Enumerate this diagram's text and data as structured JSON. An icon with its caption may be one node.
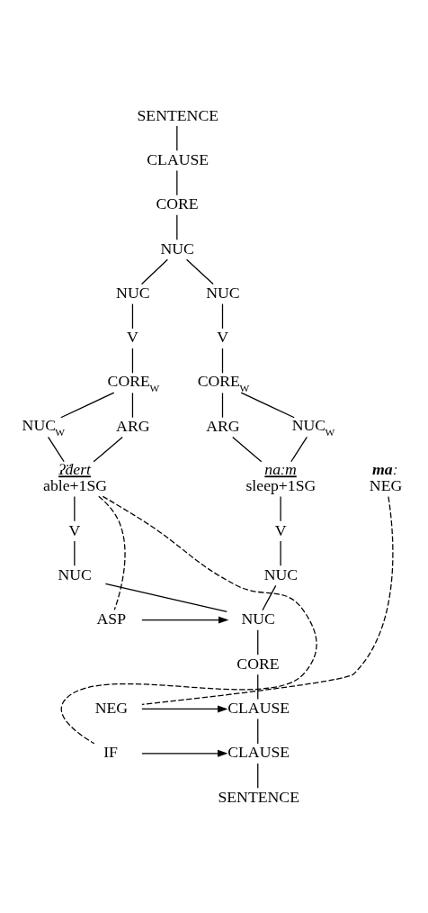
{
  "diagram": {
    "nodes": [
      {
        "text": [
          "SENTENCE"
        ]
      },
      {
        "text": [
          "CLAUSE"
        ]
      },
      {
        "text": [
          "CORE"
        ]
      },
      {
        "text": [
          "NUC"
        ]
      },
      {
        "text": [
          "NUC"
        ]
      },
      {
        "text": [
          "NUC"
        ]
      },
      {
        "text": [
          "V"
        ]
      },
      {
        "text": [
          "V"
        ]
      },
      {
        "text": [
          "CORE$_{W}$"
        ]
      },
      {
        "text": [
          "CORE$_{W}$"
        ]
      },
      {
        "text": [
          "NUC$_{W}$"
        ]
      },
      {
        "text": [
          "ARG"
        ]
      },
      {
        "text": [
          "ARG"
        ]
      },
      {
        "text": [
          "NUC$_{W}$"
        ]
      },
      {
        "text": [
          "maː",
          "NEG"
        ]
      },
      {
        "text": [
          "ʔ̈dert",
          "able+1SG"
        ]
      },
      {
        "text": [
          "naːm",
          "sleep+1SG"
        ]
      },
      {
        "text": [
          "V"
        ]
      },
      {
        "text": [
          "V"
        ]
      },
      {
        "text": [
          "NUC"
        ]
      },
      {
        "text": [
          "NUC"
        ]
      },
      {
        "text": [
          "ASP"
        ]
      },
      {
        "text": [
          "NUC"
        ]
      },
      {
        "text": [
          "CORE"
        ]
      },
      {
        "text": [
          "NEG"
        ]
      },
      {
        "text": [
          "CLAUSE"
        ]
      },
      {
        "text": [
          "IF"
        ]
      },
      {
        "text": [
          "CLAUSE"
        ]
      },
      {
        "text": [
          "SENTENCE"
        ]
      }
    ],
    "edges": [
      {
        "from": 0,
        "to": 1,
        "arrow": "none"
      },
      {
        "from": 1,
        "to": 2,
        "arrow": "none"
      },
      {
        "from": 2,
        "to": 3,
        "arrow": "none"
      },
      {
        "from": 3,
        "to": 4,
        "arrow": "none"
      },
      {
        "from": 3,
        "to": 5,
        "arrow": "none"
      },
      {
        "from": 4,
        "to": 6,
        "arrow": "none"
      },
      {
        "from": 5,
        "to": 7,
        "arrow": "none"
      },
      {
        "from": 6,
        "to": 8,
        "arrow": "none"
      },
      {
        "from": 7,
        "to": 9,
        "arrow": "none"
      },
      {
        "from": 8,
        "to": 10,
        "arrow": "none"
      },
      {
        "from": 8,
        "to": 11,
        "arrow": "none"
      },
      {
        "from": 9,
        "to": 12,
        "arrow": "none"
      },
      {
        "from": 9,
        "to": 13,
        "arrow": "none"
      },
      {
        "from": 10,
        "to": 15,
        "arrow": "none"
      },
      {
        "from": 11,
        "to": 15,
        "arrow": "none"
      },
      {
        "from": 12,
        "to": 16,
        "arrow": "none"
      },
      {
        "from": 13,
        "to": 16,
        "arrow": "none"
      },
      {
        "from": 15,
        "to": 17,
        "arrow": "none"
      },
      {
        "from": 16,
        "to": 18,
        "arrow": "none"
      },
      {
        "from": 17,
        "to": 19,
        "arrow": "none"
      },
      {
        "from": 18,
        "to": 20,
        "arrow": "none"
      },
      {
        "from": 19,
        "to": 22,
        "arrow": "none"
      },
      {
        "from": 20,
        "to": 22,
        "arrow": "none"
      },
      {
        "from": 21,
        "to": 22,
        "arrow": "to"
      },
      {
        "from": 22,
        "to": 23,
        "arrow": "none"
      },
      {
        "from": 23,
        "to": 25,
        "arrow": "none"
      },
      {
        "from": 24,
        "to": 25,
        "arrow": "to"
      },
      {
        "from": 25,
        "to": 27,
        "arrow": "none"
      },
      {
        "from": 26,
        "to": 27,
        "arrow": "to"
      },
      {
        "from": 27,
        "to": 28,
        "arrow": "none"
      },
      {
        "from": 14,
        "to": 24,
        "arrow": "none",
        "style": "dashed"
      },
      {
        "from": 15,
        "to": 21,
        "arrow": "none",
        "style": "dashed"
      },
      {
        "from": 15,
        "to": 26,
        "arrow": "none",
        "style": "dashed"
      }
    ]
  }
}
